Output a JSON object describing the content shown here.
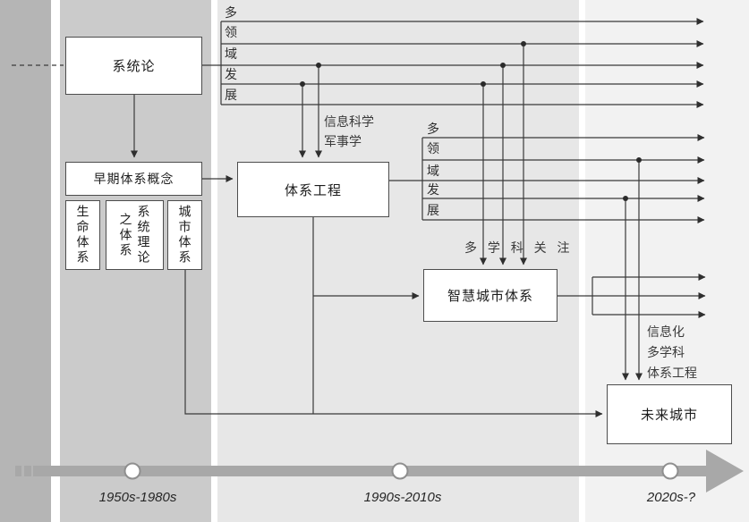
{
  "nodes": {
    "systems_theory": "系统论",
    "early_sos_concept": "早期体系概念",
    "life_system": "生命体系",
    "system_theory_sos": "系统理论\n之体系",
    "urban_system": "城市体系",
    "sos_engineering": "体系工程",
    "smart_city_sos": "智慧城市体系",
    "future_city": "未来城市"
  },
  "multi_domain_development": [
    "多",
    "领",
    "域",
    "发",
    "展"
  ],
  "edge_labels": {
    "information_science": "信息科学",
    "military_science": "军事学",
    "multidisciplinary_attention": "多 学 科 关 注",
    "informatization": "信息化",
    "multidisciplinary": "多学科",
    "sos_engineering": "体系工程"
  },
  "timeline": {
    "periods": [
      "1950s-1980s",
      "1990s-2010s",
      "2020s-?"
    ]
  },
  "colors": {
    "sidebar_band": "#b5b5b5",
    "era_band_1": "#cbcbcb",
    "era_band_2": "#e7e7e7",
    "era_band_3": "#f2f2f2",
    "wire": "#3a3a3a",
    "timeline_bar": "#a8a8a8",
    "node_border": "#4d4d4d"
  }
}
